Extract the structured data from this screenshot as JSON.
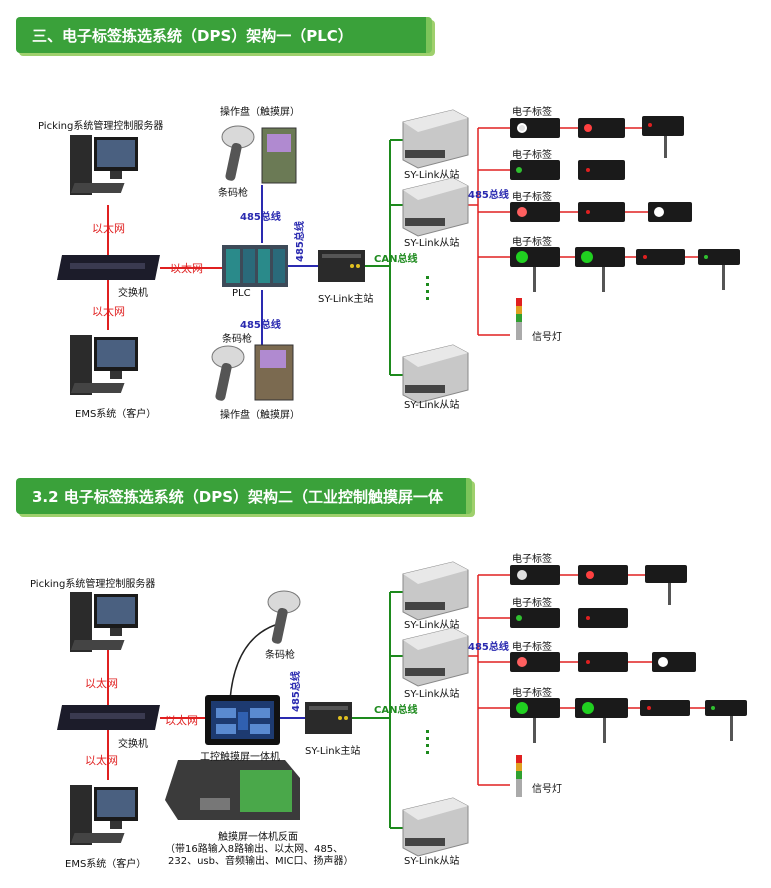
{
  "sections": [
    {
      "title": "三、电子标签拣选系统（DPS）架构一（PLC）",
      "server_label": "Picking系统管理控制服务器",
      "ems_label": "EMS系统（客户）",
      "switch_label": "交换机",
      "ethernet_label": "以太网",
      "core_label": "PLC",
      "scanner_label": "条码枪",
      "panel_label": "操作盘（触摸屏）",
      "rs485_label": "485总线",
      "can_label": "CAN总线",
      "master_label": "SY-Link主站",
      "slave_label": "SY-Link从站",
      "tag_label": "电子标签",
      "light_label": "信号灯"
    },
    {
      "title": "3.2 电子标签拣选系统（DPS）架构二（工业控制触摸屏一体",
      "server_label": "Picking系统管理控制服务器",
      "ems_label": "EMS系统（客户）",
      "switch_label": "交换机",
      "ethernet_label": "以太网",
      "core_label": "工控触摸屏一体机",
      "scanner_label": "条码枪",
      "rs485_label": "485总线",
      "can_label": "CAN总线",
      "master_label": "SY-Link主站",
      "slave_label": "SY-Link从站",
      "tag_label": "电子标签",
      "light_label": "信号灯",
      "back_title": "触摸屏一体机反面",
      "back_desc_1": "（带16路输入8路输出、以太网、485、",
      "back_desc_2": "232、usb、音频输出、MIC口、扬声器）"
    }
  ],
  "colors": {
    "banner": "#3aa13a",
    "ethernet_line": "#e02020",
    "rs485_line": "#2a2ab0",
    "can_line": "#1d8a1d"
  },
  "icons": [
    "computer-icon",
    "switch-icon",
    "plc-icon",
    "scanner-icon",
    "touch-panel-icon",
    "master-station-icon",
    "slave-station-icon",
    "electronic-tag-icon",
    "signal-light-icon"
  ]
}
